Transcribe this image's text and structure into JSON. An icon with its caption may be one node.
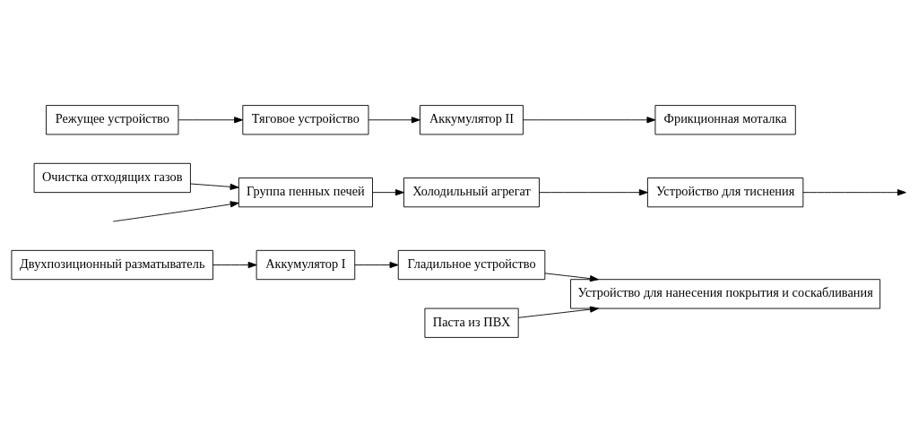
{
  "diagram": {
    "nodes": [
      {
        "text": [
          "Двухпозиционный разматыватель"
        ]
      },
      {
        "text": [
          "Аккумулятор I"
        ]
      },
      {
        "text": [
          "Гладильное устройство"
        ]
      },
      {
        "text": [
          "Паста из ПВХ"
        ]
      },
      {
        "text": [
          "Устройство для нанесения покрытия и соскабливания"
        ]
      },
      {
        "text": [
          "Очистка отходящих газов"
        ]
      },
      {
        "text": [
          "Группа пенных печей"
        ]
      },
      {
        "text": [
          "Холодильный агрегат"
        ]
      },
      {
        "text": [
          "Устройство для тиснения"
        ]
      },
      {
        "text": [
          "Режущее устройство"
        ]
      },
      {
        "text": [
          "Тяговое устройство"
        ]
      },
      {
        "text": [
          "Аккумулятор II"
        ]
      },
      {
        "text": [
          "Фрикционная моталка"
        ]
      }
    ],
    "edges": [
      {
        "from": 0,
        "to": 1,
        "arrow": "to"
      },
      {
        "from": 1,
        "to": 2,
        "arrow": "to"
      },
      {
        "from": 2,
        "to": 4,
        "arrow": "to"
      },
      {
        "from": 3,
        "to": 4,
        "arrow": "to"
      },
      {
        "from": 5,
        "to": 6,
        "arrow": "to"
      },
      {
        "from": null,
        "to": 6,
        "arrow": "to"
      },
      {
        "from": 6,
        "to": 7,
        "arrow": "to"
      },
      {
        "from": 7,
        "to": 8,
        "arrow": "to"
      },
      {
        "from": 8,
        "to": null,
        "arrow": "to"
      },
      {
        "from": 9,
        "to": 10,
        "arrow": "to"
      },
      {
        "from": 10,
        "to": 11,
        "arrow": "to"
      },
      {
        "from": 11,
        "to": 12,
        "arrow": "to"
      }
    ]
  }
}
